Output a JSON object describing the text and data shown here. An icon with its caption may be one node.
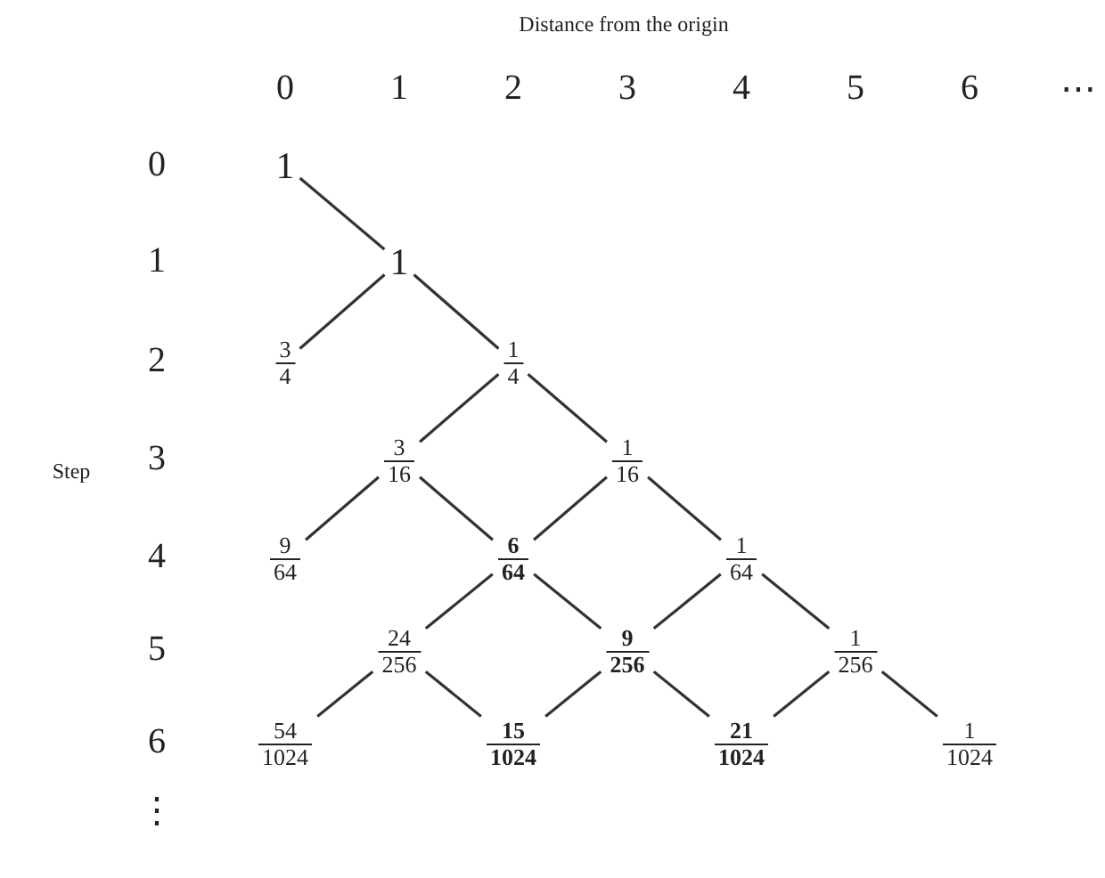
{
  "diagram": {
    "nodes": [
      {
        "text": [
          "1"
        ]
      },
      {
        "text": [
          "1"
        ]
      },
      {
        "text": [
          "3",
          "4"
        ]
      },
      {
        "text": [
          "1",
          "4"
        ]
      },
      {
        "text": [
          "3",
          "16"
        ]
      },
      {
        "text": [
          "1",
          "16"
        ]
      },
      {
        "text": [
          "9",
          "64"
        ]
      },
      {
        "text": [
          "6",
          "64"
        ]
      },
      {
        "text": [
          "1",
          "64"
        ]
      },
      {
        "text": [
          "24",
          "256"
        ]
      },
      {
        "text": [
          "9",
          "256"
        ]
      },
      {
        "text": [
          "1",
          "256"
        ]
      },
      {
        "text": [
          "54",
          "1024"
        ]
      },
      {
        "text": [
          "15",
          "1024"
        ]
      },
      {
        "text": [
          "21",
          "1024"
        ]
      },
      {
        "text": [
          "1",
          "1024"
        ]
      }
    ],
    "edges": [
      {
        "from": 0,
        "to": 1,
        "arrow": "none"
      },
      {
        "from": 1,
        "to": 2,
        "arrow": "none"
      },
      {
        "from": 1,
        "to": 3,
        "arrow": "none"
      },
      {
        "from": 3,
        "to": 4,
        "arrow": "none"
      },
      {
        "from": 3,
        "to": 5,
        "arrow": "none"
      },
      {
        "from": 4,
        "to": 6,
        "arrow": "none"
      },
      {
        "from": 4,
        "to": 7,
        "arrow": "none"
      },
      {
        "from": 5,
        "to": 7,
        "arrow": "none"
      },
      {
        "from": 5,
        "to": 8,
        "arrow": "none"
      },
      {
        "from": 7,
        "to": 9,
        "arrow": "none"
      },
      {
        "from": 7,
        "to": 10,
        "arrow": "none"
      },
      {
        "from": 8,
        "to": 10,
        "arrow": "none"
      },
      {
        "from": 8,
        "to": 11,
        "arrow": "none"
      },
      {
        "from": 9,
        "to": 12,
        "arrow": "none"
      },
      {
        "from": 9,
        "to": 13,
        "arrow": "none"
      },
      {
        "from": 10,
        "to": 13,
        "arrow": "none"
      },
      {
        "from": 10,
        "to": 14,
        "arrow": "none"
      },
      {
        "from": 11,
        "to": 14,
        "arrow": "none"
      },
      {
        "from": 11,
        "to": 15,
        "arrow": "none"
      }
    ],
    "labels": [
      "Distance from the origin",
      "0",
      "1",
      "2",
      "3",
      "4",
      "5",
      "6",
      "⋯",
      "0",
      "1",
      "2",
      "3",
      "4",
      "5",
      "6",
      "⋮",
      "Step"
    ]
  }
}
